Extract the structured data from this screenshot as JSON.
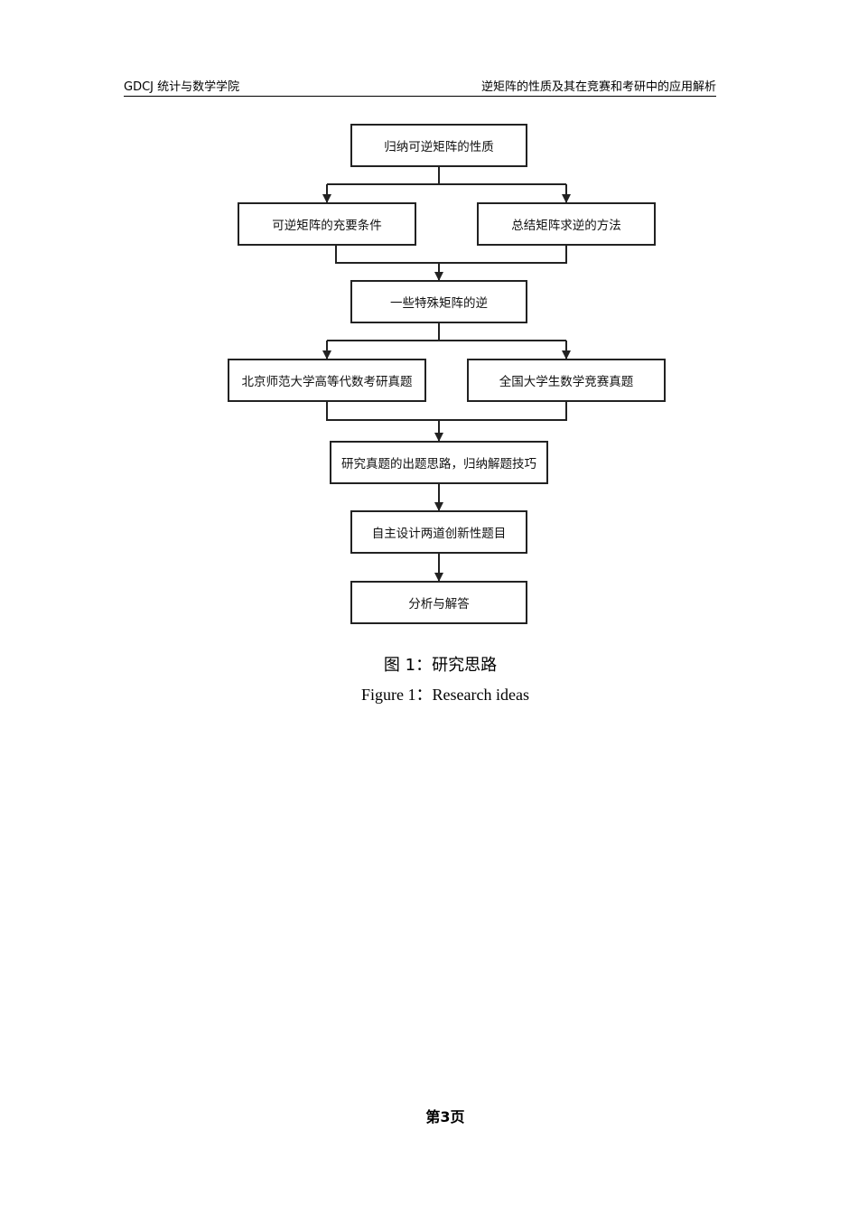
{
  "header": {
    "left": "GDCJ 统计与数学学院",
    "right": "逆矩阵的性质及其在竞赛和考研中的应用解析"
  },
  "flowchart": {
    "nodes": [
      "归纳可逆矩阵的性质",
      "可逆矩阵的充要条件",
      "总结矩阵求逆的方法",
      "一些特殊矩阵的逆",
      "北京师范大学高等代数考研真题",
      "全国大学生数学竞赛真题",
      "研究真题的出题思路，归纳解题技巧",
      "自主设计两道创新性题目",
      "分析与解答"
    ]
  },
  "caption": {
    "cn": "图 1：研究思路",
    "en": "Figure  1：Research ideas"
  },
  "page_number": "第3页"
}
